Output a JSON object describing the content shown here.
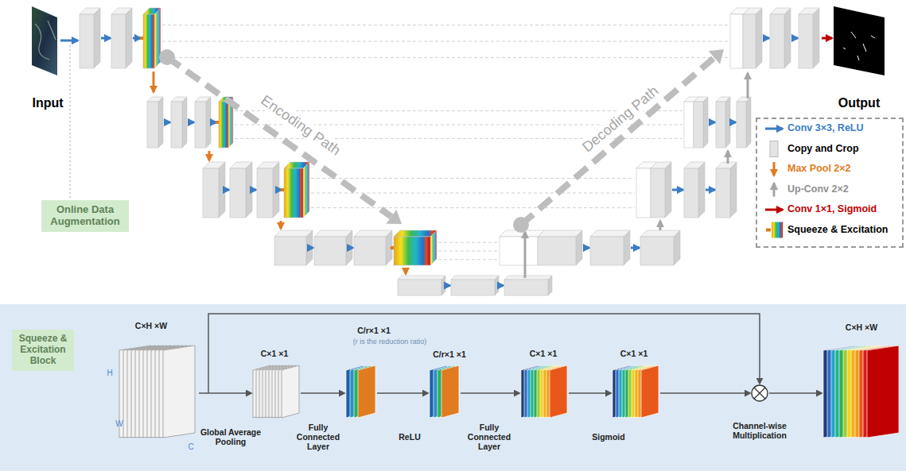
{
  "diagram": {
    "nodes": [
      {
        "text": [
          "Online Data Augmentation"
        ]
      },
      {
        "text": [
          "Squeeze & Excitation Block"
        ]
      }
    ],
    "labels": [
      "Input",
      "Output",
      "Encoding Path",
      "Decoding Path",
      "C×H ×W",
      "H",
      "W",
      "C",
      "Global Average Pooling",
      "C×1 ×1",
      "C/r×1 ×1",
      "(r is the reduction ratio)",
      "Fully Connected Layer",
      "C/r×1 ×1",
      "ReLU",
      "C×1 ×1",
      "Fully Connected Layer",
      "C×1 ×1",
      "Sigmoid",
      "Channel-wise Multiplication",
      "C×H ×W"
    ],
    "legend": [
      {
        "text": "Conv 3×3, ReLU"
      },
      {
        "text": "Copy and Crop"
      },
      {
        "text": "Max Pool 2×2"
      },
      {
        "text": "Up-Conv 2×2"
      },
      {
        "text": "Conv 1×1, Sigmoid"
      },
      {
        "text": "Squeeze & Excitation"
      }
    ]
  }
}
